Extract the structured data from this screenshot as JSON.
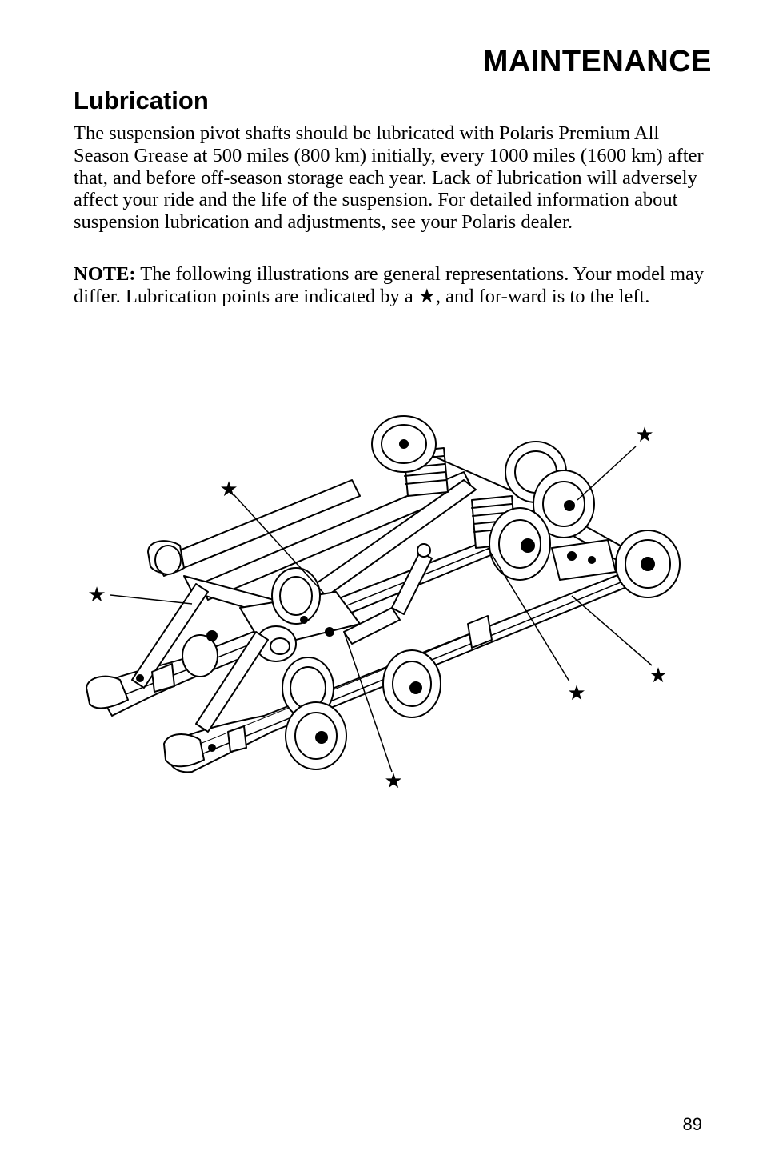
{
  "header": {
    "section": "MAINTENANCE"
  },
  "content": {
    "heading": "Lubrication",
    "paragraph1": "The suspension pivot shafts should be lubricated with Polaris Premium All Season Grease at 500 miles (800 km) initially, every 1000 miles (1600 km) after that, and before off-season storage each year.  Lack of lubrication will adversely affect your ride and the life of the suspension.  For detailed information about suspension lubrication and adjustments, see your Polaris dealer.",
    "note_label": "NOTE:",
    "note_text": "  The following illustrations are general representations.  Your model may differ.  Lubrication points are indicated by a ★, and for-ward is to the left."
  },
  "figure": {
    "callout_symbol": "★"
  },
  "footer": {
    "page_number": "89"
  }
}
